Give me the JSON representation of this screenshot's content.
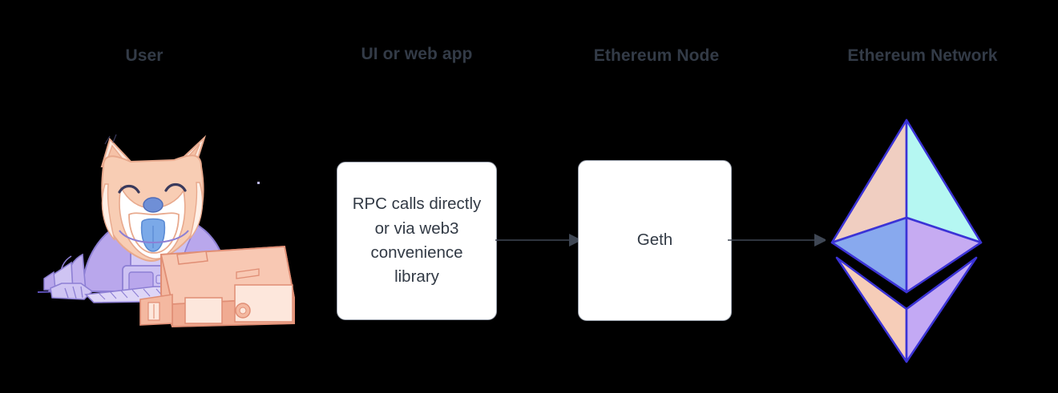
{
  "diagram": {
    "background_color": "#000000",
    "columns": [
      {
        "id": "user",
        "title": "User"
      },
      {
        "id": "ui",
        "title": "UI or web app"
      },
      {
        "id": "node",
        "title": "Ethereum Node"
      },
      {
        "id": "network",
        "title": "Ethereum Network"
      }
    ],
    "title_color": "#333b47",
    "nodes": [
      {
        "id": "webapp",
        "label": "RPC calls directly or via web3 convenience library",
        "lines": [
          "RPC calls directly",
          "or via web3",
          "convenience",
          "library"
        ],
        "fill": "#ffffff",
        "stroke": "#9aa1ad",
        "text_color": "#323a45"
      },
      {
        "id": "geth",
        "label": "Geth",
        "lines": [
          "Geth"
        ],
        "fill": "#ffffff",
        "stroke": "#9aa1ad",
        "text_color": "#323a45"
      }
    ],
    "arrows": [
      {
        "id": "webapp-to-geth",
        "from": "webapp",
        "to": "geth",
        "color": "#3f4754",
        "direction": "right"
      },
      {
        "id": "geth-to-network",
        "from": "geth",
        "to": "network",
        "color": "#3f4754",
        "direction": "right"
      }
    ],
    "illustrations": [
      {
        "id": "user-illustration",
        "name": "shiba-inu-astronaut-at-computer",
        "description": "Cartoon Shiba Inu dog in a purple space suit sitting at a retro peach computer",
        "colors": {
          "fur": "#f8cdb4",
          "fur_light": "#fde7db",
          "muzzle": "#ffffff",
          "nose": "#6f8fd6",
          "tongue": "#7ba9e8",
          "suit": "#b7a5ea",
          "suit_light": "#cfc4f2",
          "outline": "#8d7fd4",
          "computer": "#f4b8a0",
          "computer_light": "#fbded1",
          "desk_line": "#6a5fbd"
        }
      },
      {
        "id": "eth-logo",
        "name": "ethereum-diamond-logo",
        "description": "Ethereum diamond / octahedron logo with six colored facets",
        "colors": {
          "upper_left": "#f0cec1",
          "upper_right": "#b5f7f2",
          "mid_left": "#88a9ee",
          "mid_right": "#c6abf2",
          "lower_left": "#f6cdb8",
          "lower_right": "#c3a9f4",
          "outline": "#3b33d6"
        }
      }
    ]
  }
}
